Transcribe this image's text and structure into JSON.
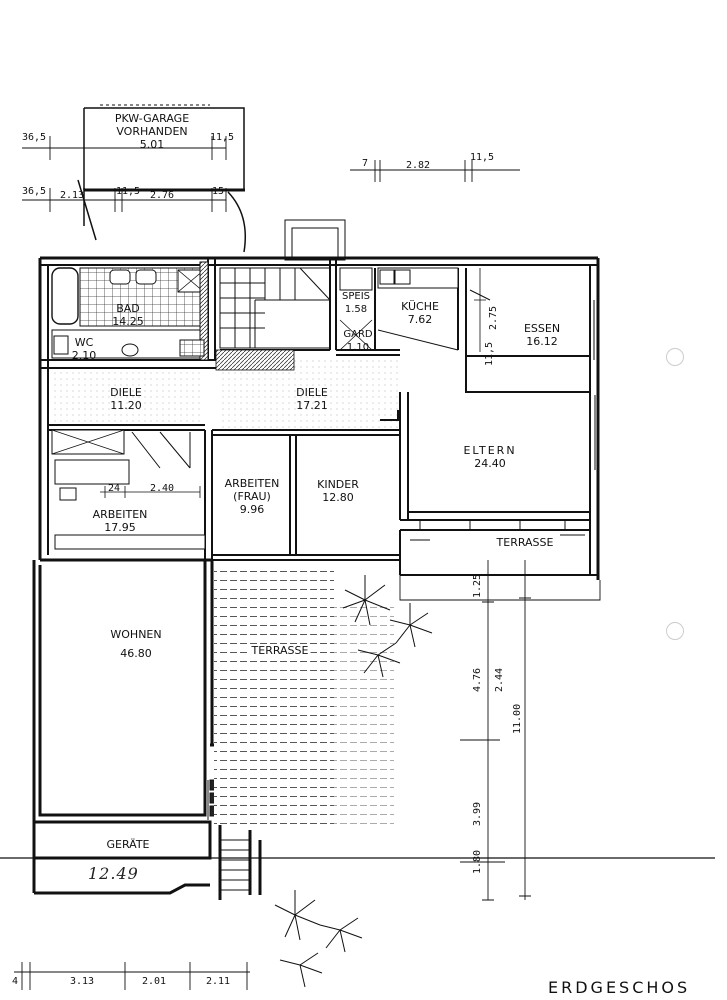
{
  "title": "ERDGESCHOS",
  "handwritten_note": "12.49",
  "rooms": {
    "garage": {
      "name": "PKW-GARAGE VORHANDEN",
      "size": "5.01"
    },
    "bad": {
      "name": "BAD",
      "area": "14.25"
    },
    "wc": {
      "name": "WC",
      "area": "2.10"
    },
    "speis": {
      "name": "SPEIS",
      "area": "1.58"
    },
    "gard": {
      "name": "GARD",
      "area": "1.10"
    },
    "kueche": {
      "name": "KÜCHE",
      "area": "7.62"
    },
    "essen": {
      "name": "ESSEN",
      "area": "16.12"
    },
    "diele1": {
      "name": "DIELE",
      "area": "11.20"
    },
    "diele2": {
      "name": "DIELE",
      "area": "17.21"
    },
    "eltern": {
      "name": "ELTERN",
      "area": "24.40"
    },
    "arbeiten1": {
      "name": "ARBEITEN",
      "area": "17.95"
    },
    "arbeiten_frau": {
      "name": "ARBEITEN",
      "sub": "(FRAU)",
      "area": "9.96"
    },
    "kinder": {
      "name": "KINDER",
      "area": "12.80"
    },
    "terrasse_east": {
      "name": "TERRASSE"
    },
    "wohnen": {
      "name": "WOHNEN",
      "area": "46.80"
    },
    "terrasse_main": {
      "name": "TERRASSE"
    },
    "geraete": {
      "name": "GERÄTE"
    }
  },
  "dimensions": {
    "top_left_365_a": "36,5",
    "top_right_115_a": "11,5",
    "top_left_365_b": "36,5",
    "d_213": "2.13",
    "d_115_b": "11,5",
    "d_276": "2.76",
    "d_15": "15",
    "d_7": "7",
    "d_282": "2.82",
    "d_115_c": "11,5",
    "d_275": "2.75",
    "d_115_d": "11,5",
    "d_24": "24",
    "d_240": "2.40",
    "d_125": "1.25",
    "d_476": "4.76",
    "d_244": "2.44",
    "d_1100": "11.00",
    "d_399": "3.99",
    "d_180": "1.80",
    "b_4": "4",
    "b_313": "3.13",
    "b_201": "2.01",
    "b_211": "2.11"
  }
}
